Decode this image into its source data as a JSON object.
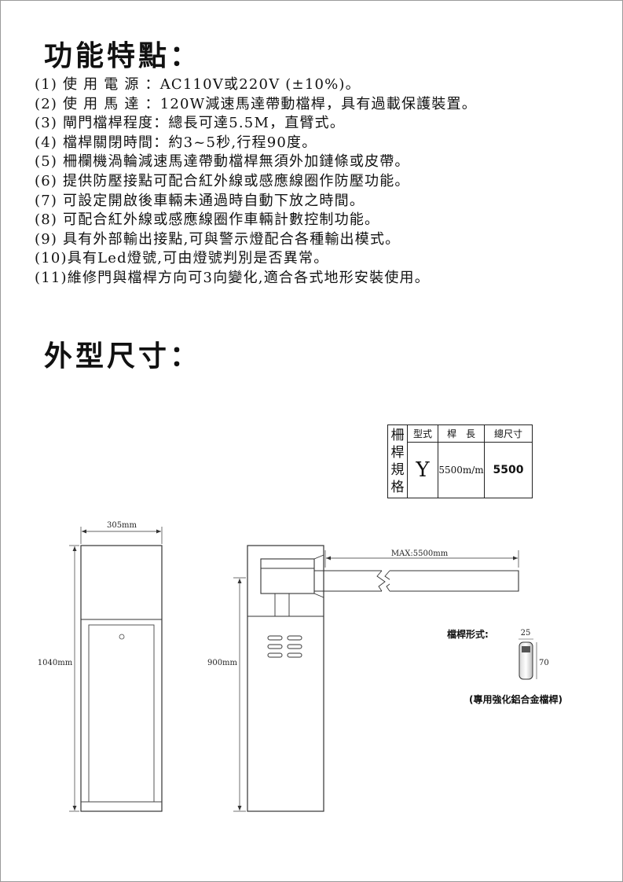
{
  "features_heading": "功能特點：",
  "features": [
    "(1) 使 用 電 源 ：AC110V或220V (±10%)。",
    "(2) 使 用 馬 達 ：120W減速馬達帶動檔桿，具有過載保護裝置。",
    "(3) 閘門檔桿程度：總長可達5.5M，直臂式。",
    "(4) 檔桿關閉時間：約3~5秒,行程90度。",
    "(5) 柵欄機渦輪減速馬達帶動檔桿無須外加鏈條或皮帶。",
    "(6) 提供防壓接點可配合紅外線或感應線圈作防壓功能。",
    "(7) 可設定開啟後車輛未通過時自動下放之時間。",
    "(8) 可配合紅外線或感應線圈作車輛計數控制功能。",
    "(9) 具有外部輸出接點,可與警示燈配合各種輸出模式。",
    "(10)具有Led燈號,可由燈號判別是否異常。",
    "(11)維修門與檔桿方向可3向變化,適合各式地形安裝使用。"
  ],
  "dimensions_heading": "外型尺寸：",
  "spec_table": {
    "side_label": [
      "柵",
      "桿",
      "規",
      "格"
    ],
    "headers": [
      "型式",
      "桿　長",
      "總尺寸"
    ],
    "values": [
      "Y",
      "5500m/m",
      "5500"
    ]
  },
  "drawing": {
    "front_width": "305mm",
    "front_height": "1040mm",
    "side_height": "900mm",
    "arm_length": "MAX:5500mm",
    "arm_profile_label": "檔桿形式:",
    "profile_width": "25",
    "profile_height": "70",
    "profile_caption": "(專用強化鋁合金檔桿)"
  }
}
